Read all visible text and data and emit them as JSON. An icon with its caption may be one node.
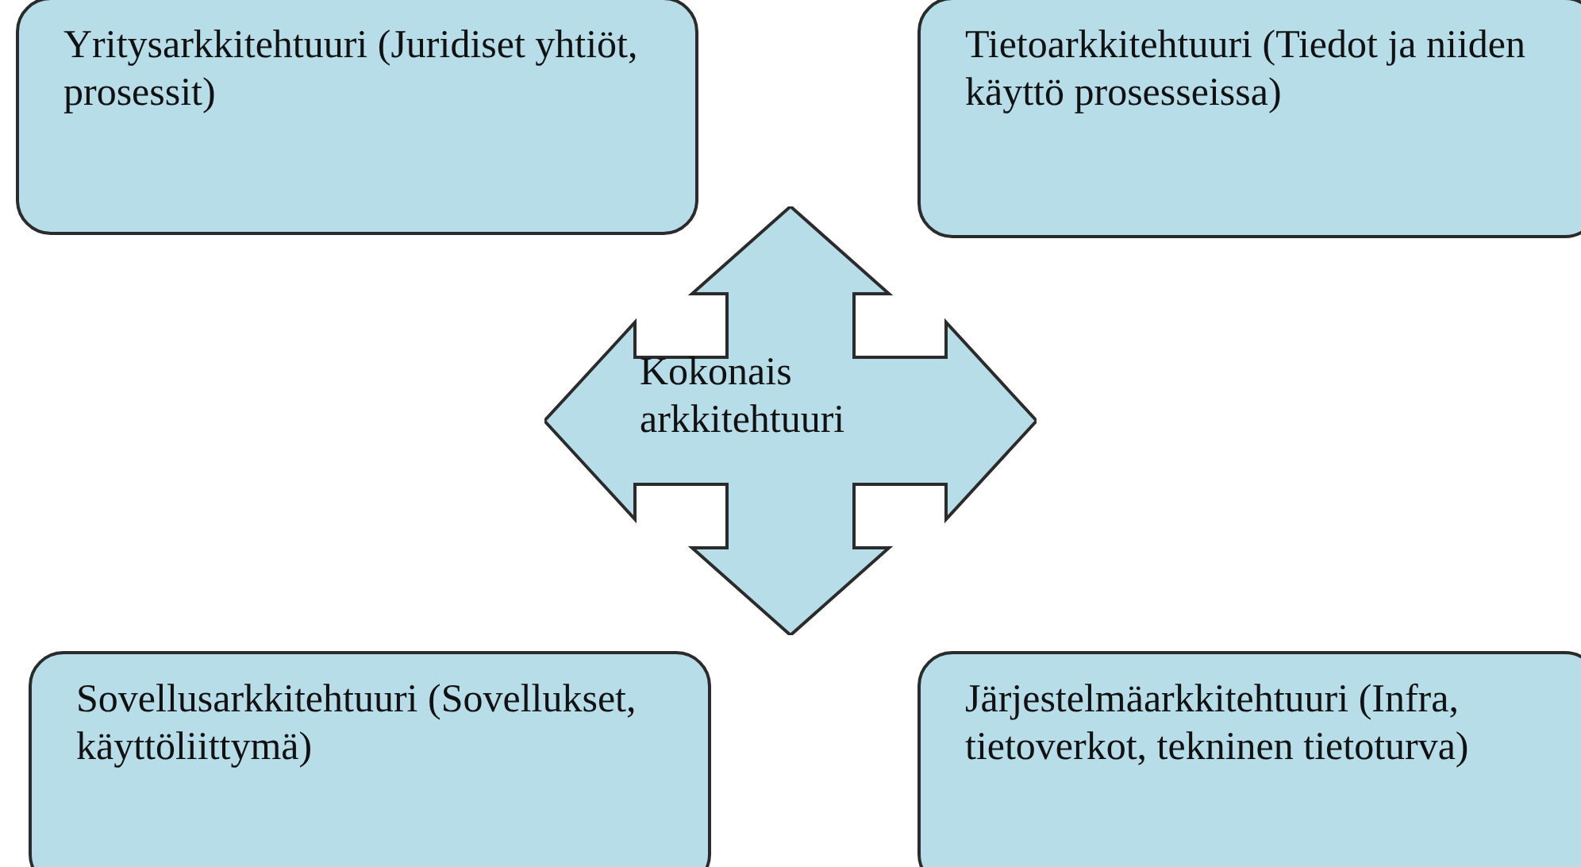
{
  "diagram": {
    "nodes": [
      {
        "text": [
          "Yritysarkkitehtuuri (Juridiset yhtiöt, prosessit)"
        ]
      },
      {
        "text": [
          "Tietoarkkitehtuuri (Tiedot ja niiden käyttö prosesseissa)"
        ]
      },
      {
        "text": [
          "Kokonais arkkitehtuuri"
        ]
      },
      {
        "text": [
          "Sovellusarkkitehtuuri (Sovellukset, käyttöliittymä)"
        ]
      },
      {
        "text": [
          "Järjestelmäarkkitehtuuri (Infra, tietoverkot, tekninen tietoturva)"
        ]
      }
    ],
    "edges": []
  }
}
